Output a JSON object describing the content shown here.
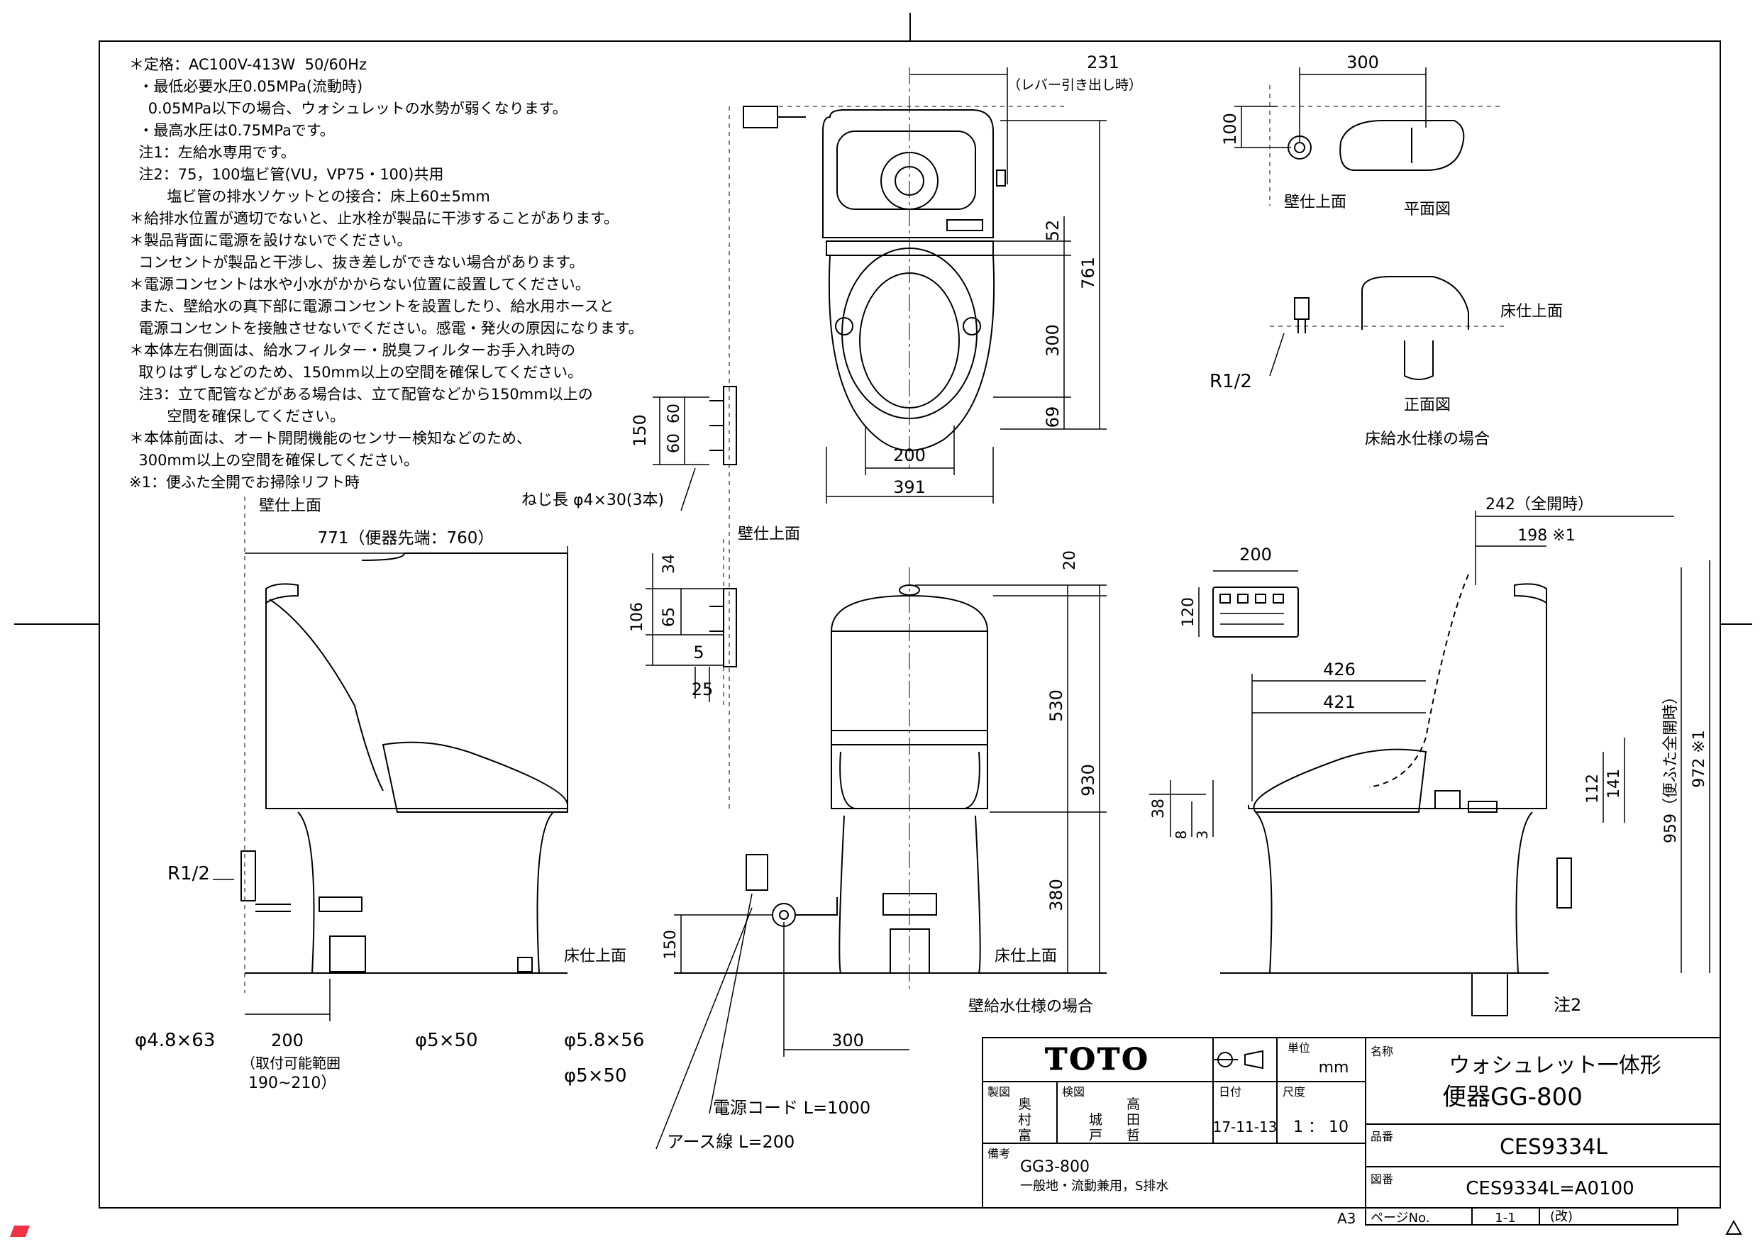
{
  "notes": [
    "＊定格：AC100V-413W  50/60Hz",
    "  ・最低必要水圧0.05MPa(流動時)",
    "    0.05MPa以下の場合、ウォシュレットの水勢が弱くなります。",
    "  ・最高水圧は0.75MPaです。",
    "  注1：左給水専用です。",
    "  注2：75，100塩ビ管(VU，VP75・100)共用",
    "        塩ビ管の排水ソケットとの接合：床上60±5mm",
    "＊給排水位置が適切でないと、止水栓が製品に干渉することがあります。",
    "＊製品背面に電源を設けないでください。",
    "  コンセントが製品と干渉し、抜き差しができない場合があります。",
    "＊電源コンセントは水や小水がかからない位置に設置してください。",
    "  また、壁給水の真下部に電源コンセントを設置したり、給水用ホースと",
    "  電源コンセントを接触させないでください。感電・発火の原因になります。",
    "＊本体左右側面は、給水フィルター・脱臭フィルターお手入れ時の",
    "  取りはずしなどのため、150mm以上の空間を確保してください。",
    "  注3：立て配管などがある場合は、立て配管などから150mm以上の",
    "        空間を確保してください。",
    "＊本体前面は、オート開閉機能のセンサー検知などのため、",
    "  300mm以上の空間を確保してください。",
    "※1：便ふた全開でお掃除リフト時"
  ],
  "labels": {
    "wall_surface": "壁仕上面",
    "floor_surface": "床仕上面",
    "plan_view": "平面図",
    "front_view": "正面図",
    "floor_supply_case": "床給水仕様の場合",
    "wall_supply_case": "壁給水仕様の場合",
    "lever_pull": "（レバー引き出し時）",
    "screw": "ねじ長  φ4×30(3本)",
    "power_cord": "電源コード  L=1000",
    "earth_wire": "アース線  L=200",
    "r12": "R1/2",
    "note2": "注2",
    "mount_range_label": "（取付可能範囲",
    "mount_range_value": "190~210）",
    "a3": "A3"
  },
  "dims": {
    "d231": "231",
    "d300_top": "300",
    "d100": "100",
    "d52": "52",
    "d761": "761",
    "d300_v": "300",
    "d69": "69",
    "d200_plan": "200",
    "d391": "391",
    "d150_bracket": "150",
    "d60a": "60",
    "d60b": "60",
    "d771": "771（便器先端：760）",
    "d34": "34",
    "d106": "106",
    "d65": "65",
    "d5": "5",
    "d25": "25",
    "d20": "20",
    "d530": "530",
    "d930": "930",
    "d380": "380",
    "d150_front": "150",
    "d300_front": "300",
    "d200_panel": "200",
    "d120_panel": "120",
    "d242": "242（全開時）",
    "d198": "198 ※1",
    "d426": "426",
    "d421": "421",
    "d38": "38",
    "d8": "8",
    "d3": "3",
    "d112": "112",
    "d141": "141",
    "d959": "959（便ふた全開時）",
    "d972": "972 ※1",
    "d48x63": "φ4.8×63",
    "d200_bottom": "200",
    "d5x50a": "φ5×50",
    "d58x56": "φ5.8×56",
    "d5x50b": "φ5×50"
  },
  "title_block": {
    "logo": "TOTO",
    "unit_label": "単位",
    "unit": "mm",
    "drawn_label": "製図",
    "drawn_by": "奥\n村\n富",
    "checked_label": "検図",
    "checked_by_1": "高\n田\n哲",
    "checked_by_2": "城\n戸",
    "date_label": "日付",
    "date": "17-11-13",
    "scale_label": "尺度",
    "scale": "1 ： 10",
    "name_label": "名称",
    "name_line1": "ウォシュレット一体形",
    "name_line2": "便器GG-800",
    "part_label": "品番",
    "part_no": "CES9334L",
    "drawing_label": "図番",
    "drawing_no": "CES9334L=A0100",
    "remarks_label": "備考",
    "remarks_1": "GG3-800",
    "remarks_2": "一般地・流動兼用，S排水",
    "page_label": "ページNo.",
    "page": "1-1",
    "revision": "(改)"
  }
}
